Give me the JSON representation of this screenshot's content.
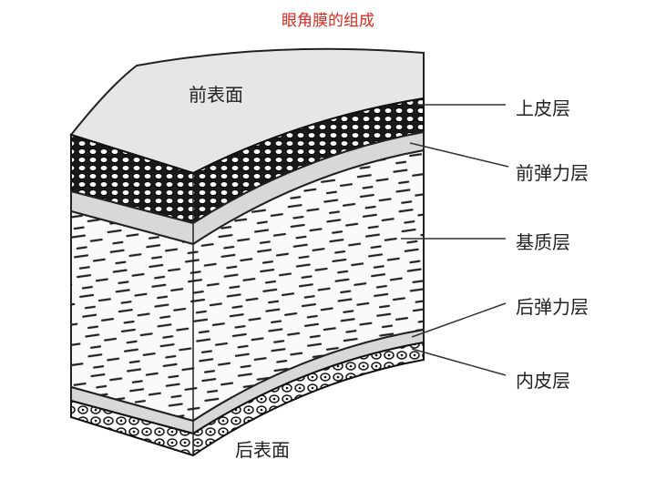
{
  "title": "眼角膜的组成",
  "title_color": "#d42a1f",
  "labels": {
    "anterior_surface": "前表面",
    "epithelium": "上皮层",
    "bowman": "前弹力层",
    "stroma": "基质层",
    "descemet": "后弹力层",
    "endothelium": "内皮层",
    "posterior_surface": "后表面"
  }
}
